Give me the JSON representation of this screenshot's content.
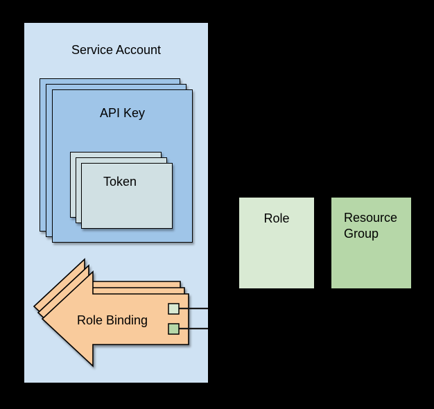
{
  "diagram": {
    "background": "#000000",
    "service_account": {
      "label": "Service Account",
      "fill": "#cfe2f3"
    },
    "api_key_stack": {
      "label": "API Key",
      "fill": "#9fc5e8",
      "count": 3
    },
    "token_stack": {
      "label": "Token",
      "fill": "#d0e0e3",
      "count": 3
    },
    "role_binding": {
      "label": "Role Binding",
      "fill": "#f9cb9c",
      "count": 3,
      "connectors": [
        {
          "ref": "role",
          "color": "#d9ead3"
        },
        {
          "ref": "resource-group",
          "color": "#b6d7a8"
        }
      ]
    },
    "role": {
      "label": "Role",
      "fill": "#d9ead3"
    },
    "resource_group": {
      "label": "Resource Group",
      "fill": "#b6d7a8"
    }
  }
}
